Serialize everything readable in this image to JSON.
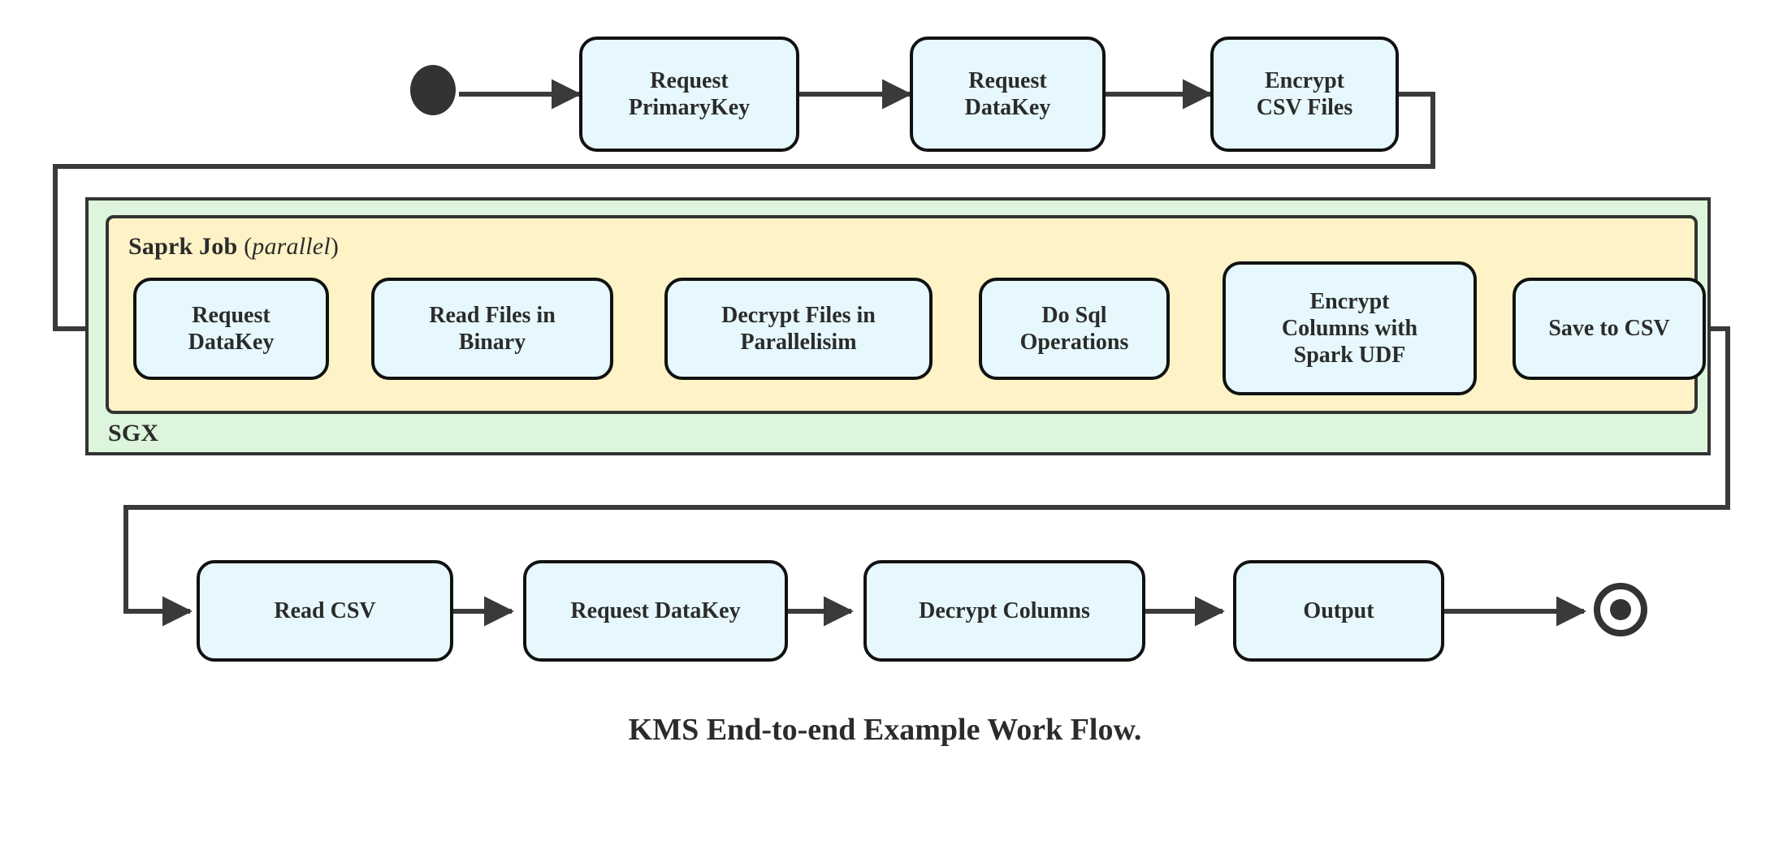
{
  "diagram": {
    "caption": "KMS End-to-end Example Work Flow.",
    "colors": {
      "node_fill": "#e6f8fd",
      "node_stroke": "#111111",
      "sgx_fill": "#dcf5dc",
      "spark_fill": "#fdf3c6",
      "container_stroke": "#333333",
      "wire": "#3a3a3a",
      "text": "#2b2b2b",
      "page_background": "#ffffff"
    },
    "containers": [
      {
        "id": "sgx",
        "label": "SGX",
        "label_position": "bottom-left"
      },
      {
        "id": "spark",
        "label_bold": "Saprk Job",
        "label_paren_open": "(",
        "label_italic": "parallel",
        "label_paren_close": ")",
        "label_position": "top-left"
      }
    ],
    "markers": {
      "start": "filled-circle-start-node",
      "end": "ring-with-dot-end-node"
    },
    "rows": {
      "top": {
        "name": "top-row",
        "nodes": [
          {
            "id": "request-primarykey",
            "lines": [
              "Request",
              "PrimaryKey"
            ]
          },
          {
            "id": "request-datakey-top",
            "lines": [
              "Request",
              "DataKey"
            ]
          },
          {
            "id": "encrypt-csv-files",
            "lines": [
              "Encrypt",
              "CSV Files"
            ]
          }
        ]
      },
      "middle": {
        "name": "spark-job-row",
        "nodes": [
          {
            "id": "request-datakey-spark",
            "lines": [
              "Request",
              "DataKey"
            ]
          },
          {
            "id": "read-files-in-binary",
            "lines": [
              "Read Files in",
              "Binary"
            ]
          },
          {
            "id": "decrypt-files-in-parallelisim",
            "lines": [
              "Decrypt Files in",
              "Parallelisim"
            ]
          },
          {
            "id": "do-sql-operations",
            "lines": [
              "Do Sql",
              "Operations"
            ]
          },
          {
            "id": "encrypt-columns-with-spark-udf",
            "lines": [
              "Encrypt",
              "Columns with",
              "Spark UDF"
            ]
          },
          {
            "id": "save-to-csv",
            "lines": [
              "Save to CSV"
            ]
          }
        ]
      },
      "bottom": {
        "name": "bottom-row",
        "nodes": [
          {
            "id": "read-csv",
            "lines": [
              "Read CSV"
            ]
          },
          {
            "id": "request-datakey-bottom",
            "lines": [
              "Request DataKey"
            ]
          },
          {
            "id": "decrypt-columns",
            "lines": [
              "Decrypt Columns"
            ]
          },
          {
            "id": "output",
            "lines": [
              "Output"
            ]
          }
        ]
      }
    },
    "flow_order": [
      "start",
      "Request PrimaryKey",
      "Request DataKey",
      "Encrypt CSV Files",
      "Request DataKey",
      "Read Files in Binary",
      "Decrypt Files in Parallelisim",
      "Do Sql Operations",
      "Encrypt Columns with Spark UDF",
      "Save to CSV",
      "Read CSV",
      "Request DataKey",
      "Decrypt Columns",
      "Output",
      "end"
    ]
  }
}
